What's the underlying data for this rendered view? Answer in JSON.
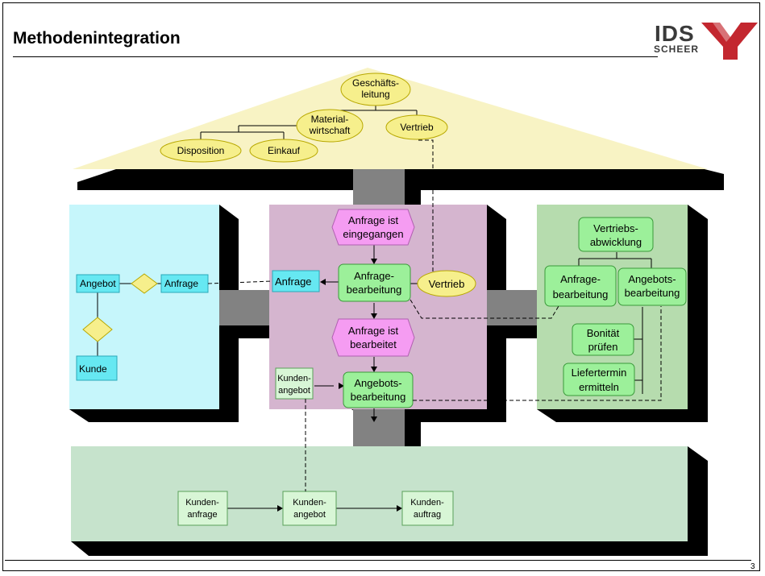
{
  "header": {
    "title": "Methodenintegration",
    "logo_top": "IDS",
    "logo_bottom": "SCHEER"
  },
  "footer": {
    "page_number": "3"
  },
  "roof": {
    "geschaeftsleitung": [
      "Geschäfts-",
      "leitung"
    ],
    "materialwirtschaft": [
      "Material-",
      "wirtschaft"
    ],
    "vertrieb": "Vertrieb",
    "disposition": "Disposition",
    "einkauf": "Einkauf"
  },
  "left_view": {
    "angebot": "Angebot",
    "anfrage": "Anfrage",
    "kunde": "Kunde"
  },
  "center_view": {
    "event_in": [
      "Anfrage ist",
      "eingegangen"
    ],
    "anfrage_data": "Anfrage",
    "func_anfrage": [
      "Anfrage-",
      "bearbeitung"
    ],
    "vertrieb_unit": "Vertrieb",
    "event_done": [
      "Anfrage ist",
      "bearbeitet"
    ],
    "kunden_angebot": [
      "Kunden-",
      "angebot"
    ],
    "func_angebot": [
      "Angebots-",
      "bearbeitung"
    ]
  },
  "right_view": {
    "root": [
      "Vertriebs-",
      "abwicklung"
    ],
    "anfrage": [
      "Anfrage-",
      "bearbeitung"
    ],
    "angebot": [
      "Angebots-",
      "bearbeitung"
    ],
    "bonitaet": [
      "Bonität",
      "prüfen"
    ],
    "liefertermin": [
      "Liefertermin",
      "ermitteln"
    ]
  },
  "bottom_view": {
    "kunden_anfrage": [
      "Kunden-",
      "anfrage"
    ],
    "kunden_angebot": [
      "Kunden-",
      "angebot"
    ],
    "kunden_auftrag": [
      "Kunden-",
      "auftrag"
    ]
  },
  "colors": {
    "roof": "#f8f3c4",
    "left_panel": "#c6f6fb",
    "center_panel": "#d5b5cf",
    "right_panel": "#b6dcae",
    "bottom_panel": "#c6e3cc",
    "function": "#9cf09a",
    "event": "#f59cf2",
    "org_unit": "#f6ef8c",
    "data_cyan": "#66e8f2",
    "data_light": "#d8f6d6",
    "shadow": "#000000",
    "pillar": "#828282"
  }
}
